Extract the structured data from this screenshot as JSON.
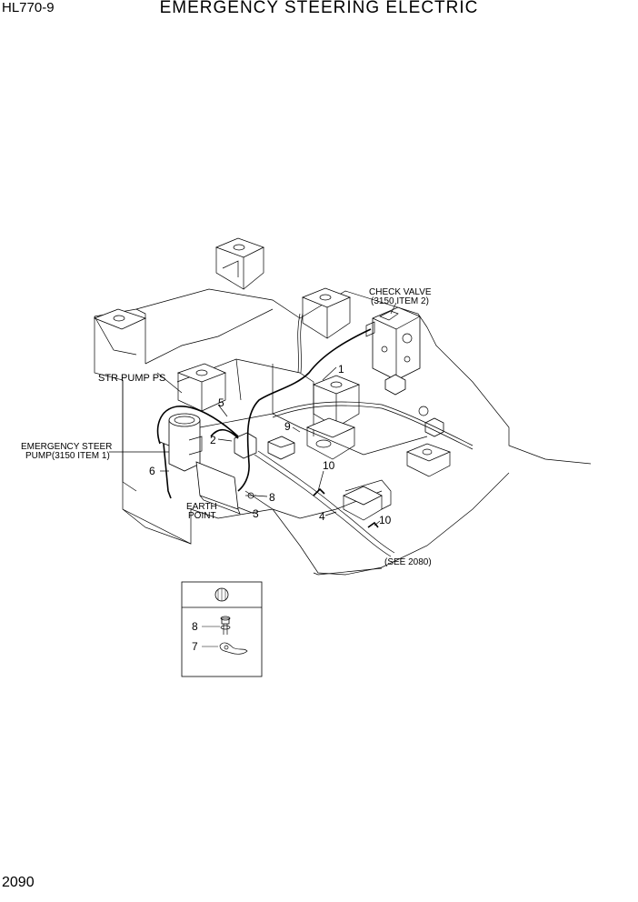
{
  "header": {
    "model": "HL770-9",
    "title": "EMERGENCY STEERING ELECTRIC"
  },
  "footer": {
    "page_number": "2090"
  },
  "labels": {
    "check_valve": "CHECK VALVE",
    "check_valve_ref": "(3150 ITEM 2)",
    "str_pump_ps": "STR PUMP PS",
    "emergency_steer_pump_line1": "EMERGENCY STEER",
    "emergency_steer_pump_line2": "PUMP(3150 ITEM 1)",
    "earth_point_line1": "EARTH",
    "earth_point_line2": "POINT",
    "see_ref": "(SEE 2080)"
  },
  "callouts": {
    "c1": "1",
    "c2": "2",
    "c3": "3",
    "c4": "4",
    "c5": "5",
    "c6": "6",
    "c7": "7",
    "c8": "8",
    "c9": "9",
    "c10": "10"
  },
  "detail": {
    "item_top": "8",
    "item_bottom": "7"
  }
}
